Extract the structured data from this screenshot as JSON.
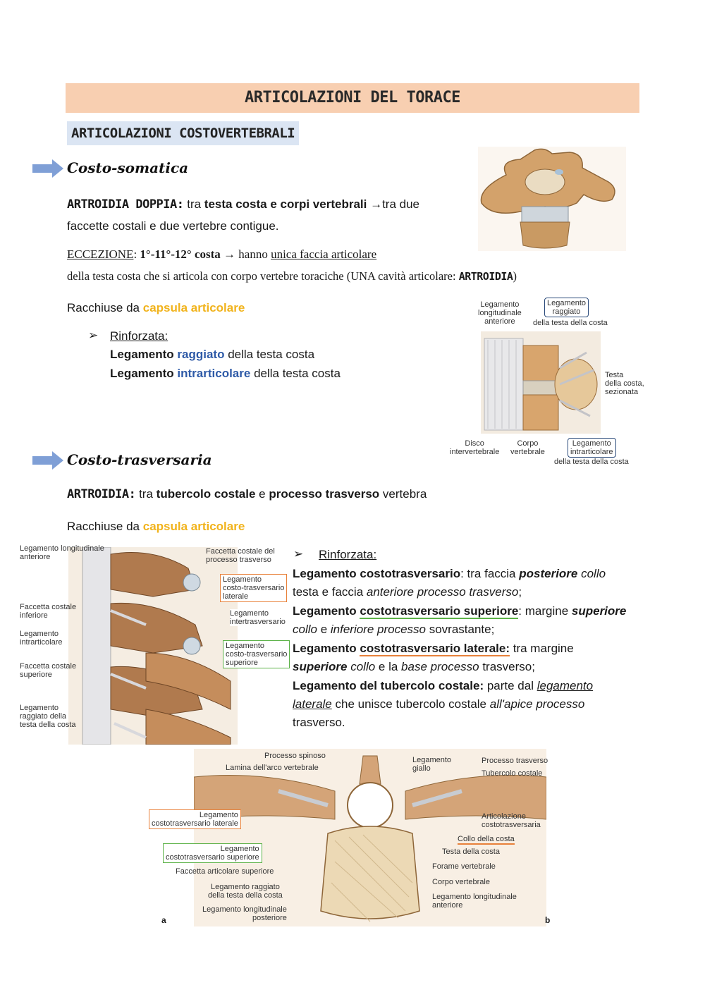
{
  "title": "ARTICOLAZIONI DEL TORACE",
  "subtitle": "ARTICOLAZIONI COSTOVERTEBRALI",
  "colors": {
    "title_bg": "#f8cfb1",
    "subtitle_bg": "#dbe5f3",
    "arrow": "#7f9fd6",
    "orange": "#f1b31c",
    "blue": "#2e5aa7",
    "green_box": "#5cb248",
    "orange_box": "#e8813a"
  },
  "s1": {
    "heading": "Costo-somatica",
    "l1_a": "ARTROIDIA DOPPIA:",
    "l1_b": " tra ",
    "l1_c": "testa costa e corpi vertebrali",
    "l1_d": " →",
    "l1_e": "tra due",
    "l2": "faccette costali e due vertebre contigue.",
    "exc_a": "ECCEZIONE",
    "exc_b": ": ",
    "exc_c": "1°-11°-12° costa",
    "exc_d": " → hanno ",
    "exc_e": "unica faccia articolare",
    "exc2_a": "della testa costa che si articola con corpo vertebre toraciche (UNA cavità articolare: ",
    "exc2_b": "ARTROIDIA",
    "exc2_c": ")",
    "racc_a": "Racchiuse da ",
    "racc_b": "capsula articolare",
    "rinf_bullet": "➢",
    "rinf": "Rinforzata:",
    "lig1_a": "Legamento ",
    "lig1_b": "raggiato",
    "lig1_c": " della testa costa",
    "lig2_a": "Legamento ",
    "lig2_b": "intrarticolare",
    "lig2_c": " della testa costa"
  },
  "fig2": {
    "l1": "Legamento\nlongitudinale\nanteriore",
    "l2": "Legamento\nraggiato",
    "l2b": "della testa della costa",
    "l3": "Testa\ndella costa,\nsezionata",
    "l4": "Disco\nintervertebrale",
    "l5": "Corpo\nvertebrale",
    "l6": "Legamento\nintrarticolare",
    "l6b": "della testa della costa"
  },
  "s2": {
    "heading": "Costo-trasversaria",
    "l1_a": "ARTROIDIA:",
    "l1_b": " tra ",
    "l1_c": "tubercolo costale",
    "l1_d": " e ",
    "l1_e": "processo trasverso",
    "l1_f": " vertebra",
    "racc_a": "Racchiuse da ",
    "racc_b": "capsula articolare",
    "rinf_bullet": "➢",
    "rinf": "Rinforzata:",
    "t1_a": "Legamento costotrasversario",
    "t1_b": ": tra faccia ",
    "t1_c": "posteriore",
    "t1_d": " collo",
    "t2_a": "testa e faccia ",
    "t2_b": "anteriore processo trasverso",
    "t2_c": ";",
    "t3_a": "Legamento ",
    "t3_b": "costotrasversario superiore",
    "t3_c": ": margine ",
    "t3_d": "superiore",
    "t4_a": "collo",
    "t4_b": " e ",
    "t4_c": "inferiore processo",
    "t4_d": " sovrastante;",
    "t5_a": "Legamento ",
    "t5_b": "costotrasversario laterale:",
    "t5_c": " tra margine",
    "t6_a": "superiore",
    "t6_b": " collo",
    "t6_c": " e la ",
    "t6_d": "base processo",
    "t6_e": " trasverso;",
    "t7_a": "Legamento del tubercolo costale:",
    "t7_b": " parte dal ",
    "t7_c": "legamento",
    "t8_a": "laterale",
    "t8_b": " che unisce tubercolo costale ",
    "t8_c": "all'apice processo",
    "t9": "trasverso."
  },
  "fig3": {
    "l1": "Legamento longitudinale\nanteriore",
    "l2": "Faccetta costale del\nprocesso trasverso",
    "l3": "Legamento\ncosto-trasversario\nlaterale",
    "l4": "Legamento\nintertrasversario",
    "l5": "Faccetta costale\ninferiore",
    "l6": "Legamento\nintrarticolare",
    "l7": "Legamento\ncosto-trasversario\nsuperiore",
    "l8": "Faccetta costale\nsuperiore",
    "l9": "Legamento\nraggiato della\ntesta della costa"
  },
  "fig4": {
    "l1": "Processo spinoso",
    "l2": "Lamina dell'arco vertebrale",
    "l3": "Legamento\ngiallo",
    "l4": "Processo trasverso",
    "l5": "Tubercolo costale",
    "l6": "Legamento\ncostotrasversario laterale",
    "l7": "Articolazione\ncostotrasversaria",
    "l8": "Collo della costa",
    "l9": "Legamento\ncostotrasversario superiore",
    "l10": "Testa della costa",
    "l11": "Faccetta articolare superiore",
    "l12": "Forame vertebrale",
    "l13": "Legamento raggiato\ndella testa della costa",
    "l14": "Corpo vertebrale",
    "l15": "Legamento longitudinale\nposteriore",
    "l16": "Legamento longitudinale\nanteriore",
    "a": "a",
    "b": "b"
  }
}
